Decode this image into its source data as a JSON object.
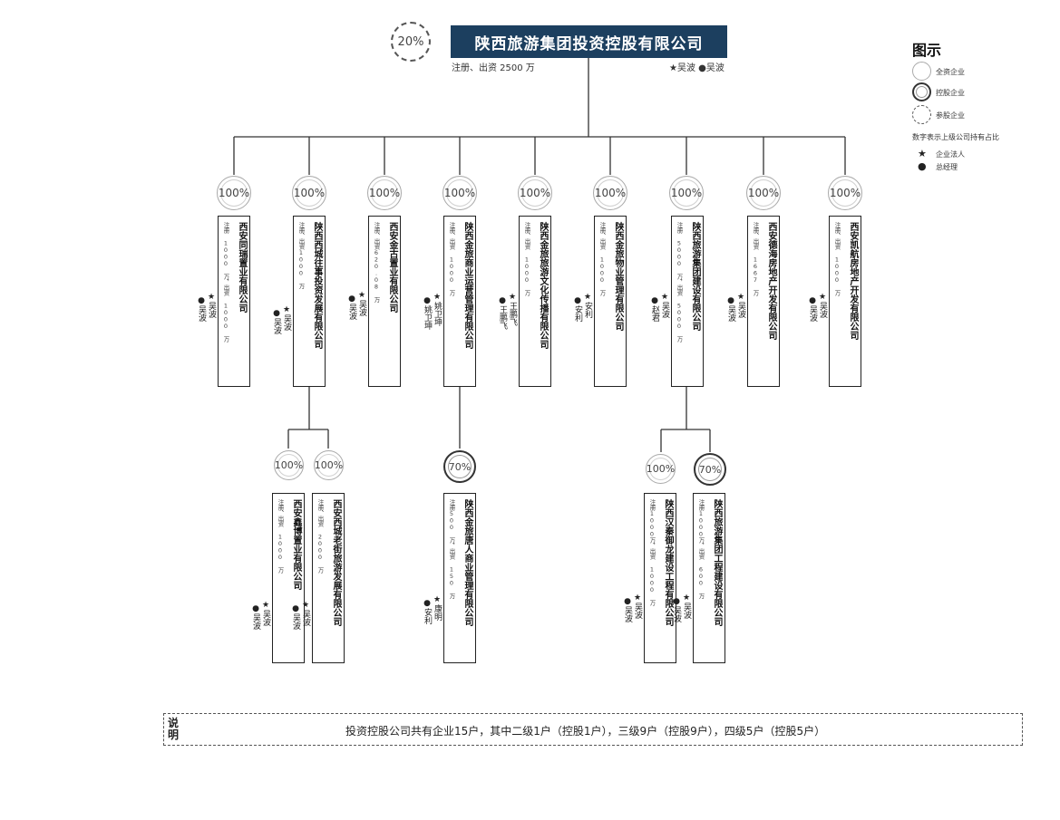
{
  "root": {
    "name": "陕西旅游集团投资控股有限公司",
    "percent": "20%",
    "registered": "注册、出资 2500 万",
    "people": "★吴波 ●吴波"
  },
  "legend": {
    "title": "图示",
    "full": "全资企业",
    "holding": "控股企业",
    "participating": "参股企业",
    "percent_note": "数字表示上级公司持有占比",
    "star_symbol": "★",
    "star_label": "企业法人",
    "dot_symbol": "●",
    "dot_label": "总经理"
  },
  "companies": [
    {
      "percent": "100%",
      "name": "西安同瑞置业有限公司",
      "registered": "注册 1000 万，出资 1000 万",
      "legal": "★吴波",
      "manager": "●吴波"
    },
    {
      "percent": "100%",
      "name": "陕西西城往事投资发展有限公司",
      "registered": "注册、出资1000 万",
      "legal": "★吴波",
      "manager": "●吴波"
    },
    {
      "percent": "100%",
      "name": "西安金古置业有限公司",
      "registered": "注册、出资620.08 万",
      "legal": "★吴波",
      "manager": "●吴波"
    },
    {
      "percent": "100%",
      "name": "陕西金旅商业运营管理有限公司",
      "registered": "注册、出资 1000 万",
      "legal": "★姚卫坤",
      "manager": "●姚卫坤"
    },
    {
      "percent": "100%",
      "name": "陕西金旅旅游文化传播有限公司",
      "registered": "注册、出资 1000 万",
      "legal": "★王鹏飞",
      "manager": "●王鹏飞"
    },
    {
      "percent": "100%",
      "name": "陕西金旅物业管理有限公司",
      "registered": "注册、出资 1000 万",
      "legal": "★安利",
      "manager": "●安利"
    },
    {
      "percent": "100%",
      "name": "陕西旅游集团建设有限公司",
      "registered": "注册 5000 万，出资 5000 万",
      "legal": "★吴波",
      "manager": "●赵君"
    },
    {
      "percent": "100%",
      "name": "西安德海房地产开发有限公司",
      "registered": "注册、出资 1667 万",
      "legal": "★吴波",
      "manager": "●吴波"
    },
    {
      "percent": "100%",
      "name": "西安凯航房地产开发有限公司",
      "registered": "注册、出资 1000 万",
      "legal": "★吴波",
      "manager": "●吴波"
    },
    {
      "percent": "100%",
      "name": "西安鑫博置业有限公司",
      "registered": "注册、出资 1000 万",
      "legal": "★吴波",
      "manager": "●吴波"
    },
    {
      "percent": "100%",
      "name": "西安西城老街旅游发展有限公司",
      "registered": "注册、出资 2000 万",
      "legal": "★吴波",
      "manager": "●吴波"
    },
    {
      "percent": "70%",
      "name": "陕西金旅唐人商业管理有限公司",
      "registered": "注册500 万，出资 150 万",
      "legal": "★康明",
      "manager": "●安利"
    },
    {
      "percent": "100%",
      "name": "陕西汉秦御龙建设工程有限公司",
      "registered": "注册1000万，出资 1000 万",
      "legal": "★吴波",
      "manager": "●吴波"
    },
    {
      "percent": "70%",
      "name": "陕西旅游集团工程建设有限公司",
      "registered": "注册1000万，出资 600 万",
      "legal": "★吴波",
      "manager": "●吴波"
    }
  ],
  "note": {
    "label": "说明",
    "text": "投资控股公司共有企业15户，其中二级1户（控股1户），三级9户（控股9户），四级5户（控股5户）"
  }
}
